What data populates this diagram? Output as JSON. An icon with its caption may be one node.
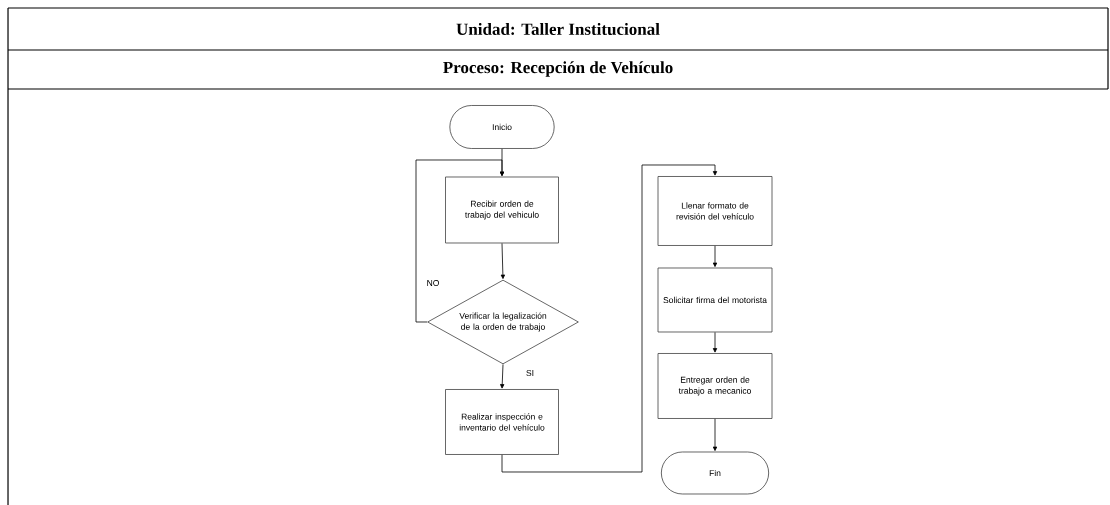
{
  "diagram": {
    "nodes": [
      {
        "text": [
          "Inicio"
        ]
      },
      {
        "text": [
          "Recibir orden de trabajo del vehiculo"
        ]
      },
      {
        "text": [
          "Verificar la legalización de la orden de trabajo"
        ]
      },
      {
        "text": [
          "Realizar inspección e inventario del vehículo"
        ]
      },
      {
        "text": [
          "Llenar formato de revisión del vehículo"
        ]
      },
      {
        "text": [
          "Solicitar firma del motorista"
        ]
      },
      {
        "text": [
          "Entregar orden de trabajo a mecanico"
        ]
      },
      {
        "text": [
          "Fin"
        ]
      }
    ],
    "edges": [
      {
        "from": 0,
        "to": 1,
        "arrow": "to"
      },
      {
        "from": 1,
        "to": 2,
        "arrow": "to"
      },
      {
        "from": 2,
        "to": 3,
        "arrow": "to",
        "label": "SI"
      },
      {
        "from": 2,
        "to": 1,
        "arrow": "to",
        "label": "NO"
      },
      {
        "from": 3,
        "to": 4,
        "arrow": "to"
      },
      {
        "from": 4,
        "to": 5,
        "arrow": "to"
      },
      {
        "from": 5,
        "to": 6,
        "arrow": "to"
      },
      {
        "from": 6,
        "to": 7,
        "arrow": "to"
      }
    ],
    "labels": [
      "Unidad: Taller Institucional",
      "Proceso: Recepción de Vehículo"
    ]
  }
}
